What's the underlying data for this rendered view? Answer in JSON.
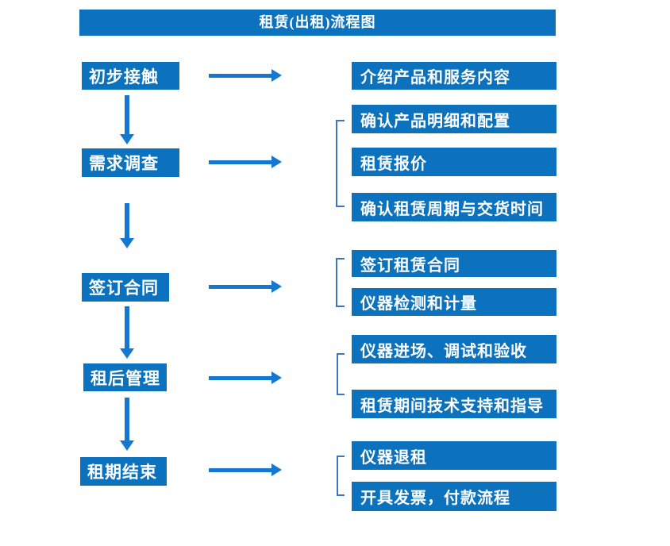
{
  "title": "租赁(出租)流程图",
  "colors": {
    "box_blue": "#0d72be",
    "arrow_blue": "#1578d0",
    "bracket_blue": "#3c77bd",
    "text_white": "#ffffff"
  },
  "stages": [
    {
      "label": "初步接触",
      "outputs": [
        "介绍产品和服务内容"
      ]
    },
    {
      "label": "需求调查",
      "outputs": [
        "确认产品明细和配置",
        "租赁报价",
        "确认租赁周期与交货时间"
      ]
    },
    {
      "label": "签订合同",
      "outputs": [
        "签订租赁合同",
        "仪器检测和计量"
      ]
    },
    {
      "label": "租后管理",
      "outputs": [
        "仪器进场、调试和验收",
        "租赁期间技术支持和指导"
      ]
    },
    {
      "label": "租期结束",
      "outputs": [
        "仪器退租",
        "开具发票，付款流程"
      ]
    }
  ]
}
